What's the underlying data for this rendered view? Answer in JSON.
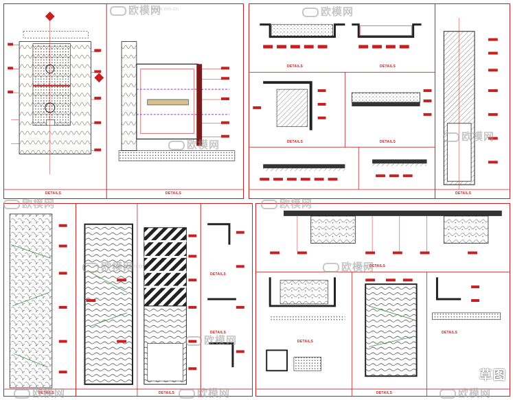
{
  "watermark": {
    "name": "欧模网",
    "url": "www.om.cn"
  },
  "detail_label": "DETAILS",
  "brand_overlay": "草图",
  "sheets": [
    {
      "id": "sheet-top-left",
      "labels": [
        "DETAILS",
        "DETAILS"
      ]
    },
    {
      "id": "sheet-top-right",
      "labels": [
        "DETAILS",
        "DETAILS",
        "DETAILS",
        "DETAILS",
        "DETAILS"
      ]
    },
    {
      "id": "sheet-bottom-left",
      "labels": [
        "DETAILS",
        "DETAILS",
        "DETAILS",
        "DETAILS"
      ]
    },
    {
      "id": "sheet-bottom-right",
      "labels": [
        "DETAILS",
        "DETAILS",
        "DETAILS",
        "DETAILS"
      ]
    }
  ]
}
